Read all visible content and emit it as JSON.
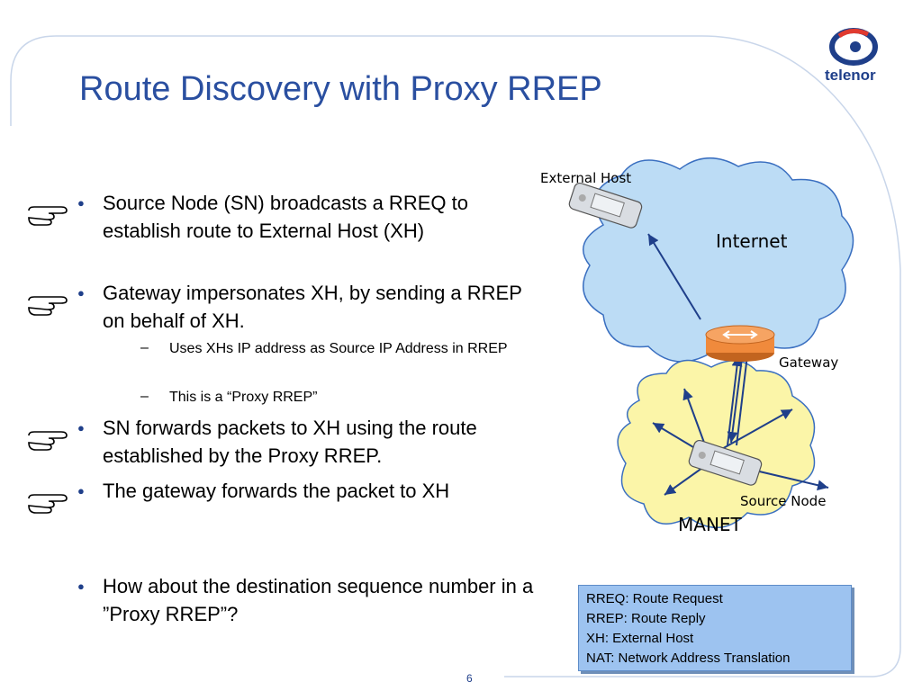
{
  "slide": {
    "title": "Route Discovery with Proxy RREP",
    "logo_text": "telenor",
    "page_number": "6"
  },
  "bullets": [
    {
      "text": "Source Node (SN) broadcasts a RREQ  to establish route to External Host (XH)",
      "hand": true
    },
    {
      "text": "Gateway impersonates XH, by sending a RREP on behalf of XH.",
      "hand": true
    },
    {
      "text": "SN forwards packets to XH using the route established by the Proxy RREP.",
      "hand": true
    },
    {
      "text": "The gateway forwards the packet to XH",
      "hand": true
    },
    {
      "text": "How about the destination sequence number in a ”Proxy RREP”?",
      "hand": false
    }
  ],
  "sub_bullets": [
    "Uses XHs IP address as Source IP Address in RREP",
    "This is a “Proxy RREP”"
  ],
  "diagram": {
    "external_host_label": "External Host",
    "internet_label": "Internet",
    "gateway_label": "Gateway",
    "source_node_label": "Source Node",
    "manet_label": "MANET"
  },
  "legend": [
    "RREQ: Route Request",
    "RREP: Route Reply",
    "XH: External Host",
    "NAT: Network Address Translation"
  ],
  "colors": {
    "title": "#2a4fa0",
    "internet_cloud": "#bcdcf5",
    "manet_cloud": "#fbf5a8",
    "legend_bg": "#9dc3f0",
    "router": "#f08a3c"
  }
}
